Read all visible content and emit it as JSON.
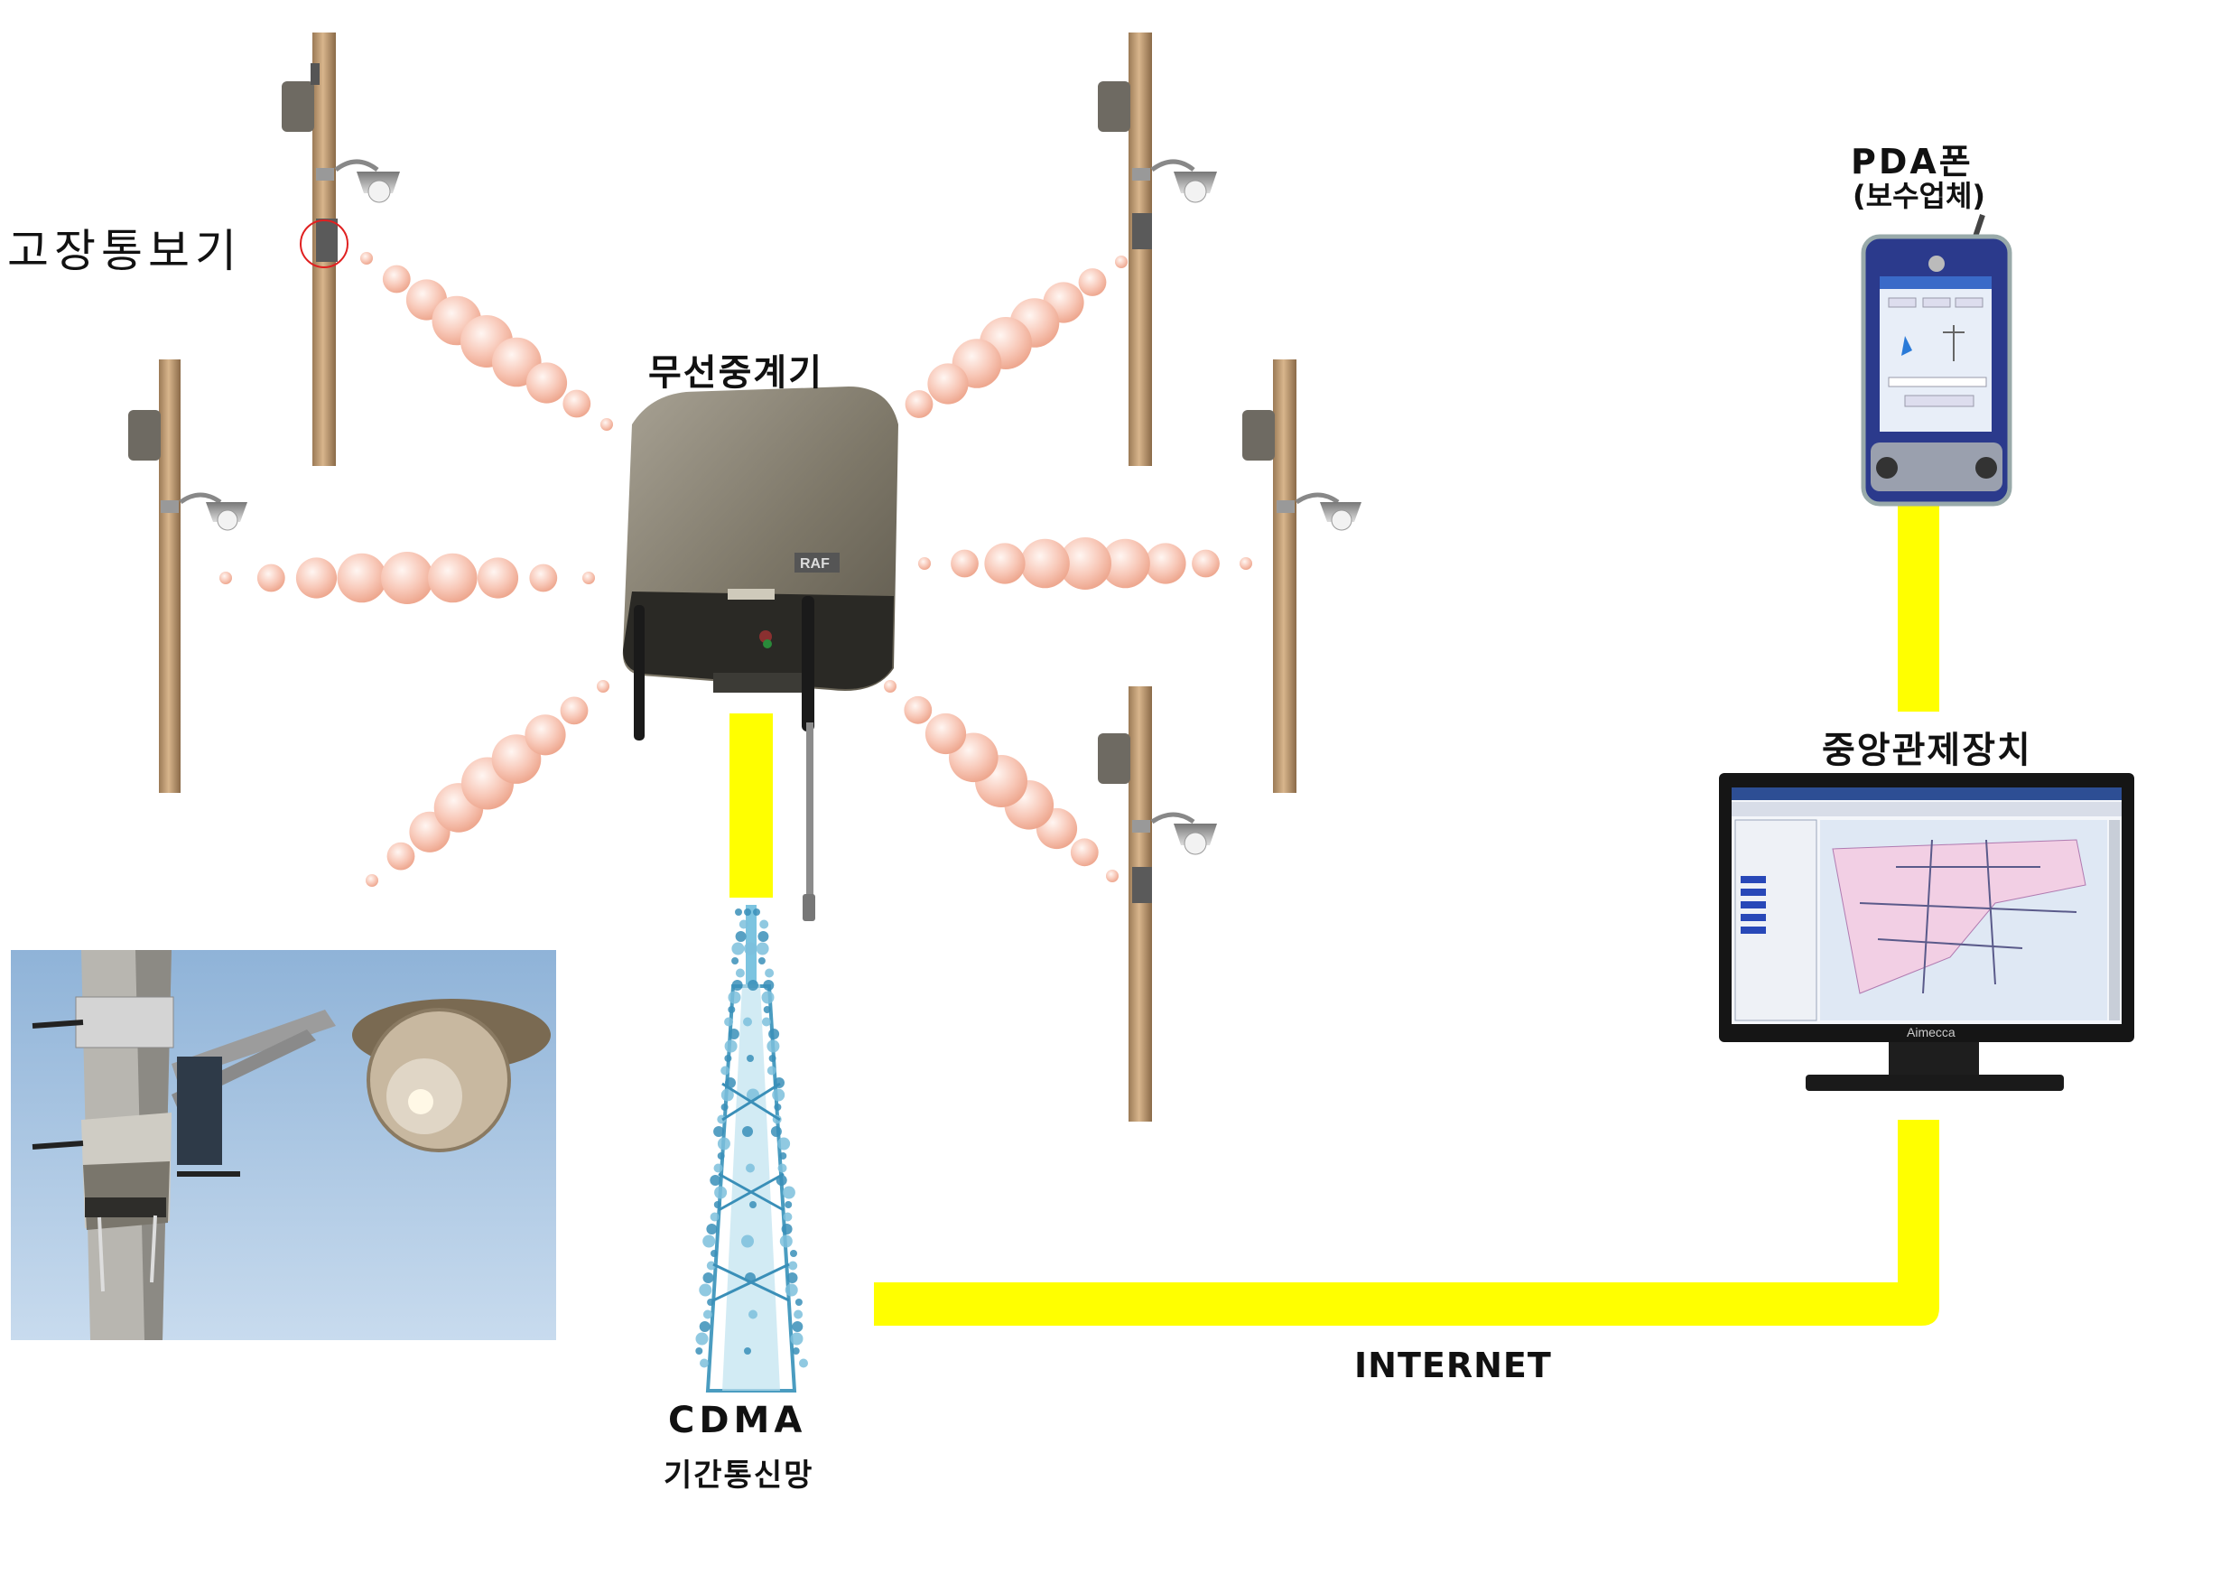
{
  "labels": {
    "fault_notifier": "고장통보기",
    "wireless_repeater": "무선중계기",
    "pda_phone": "PDA폰",
    "pda_sub": "(보수업체)",
    "central_control": "중앙관제장치",
    "cdma": "CDMA",
    "backbone": "기간통신망",
    "internet": "INTERNET",
    "monitor_brand": "Aimecca"
  },
  "colors": {
    "link_yellow": "#ffff00",
    "signal_pink": "#f6bfb0",
    "pole_wood": "#c8a27a",
    "fault_circle": "#e02020",
    "repeater_body": "#807a6c",
    "tower_blue": "#4a9cc0",
    "monitor_frame": "#151515",
    "pda_body": "#2b3a8c",
    "sky": "#a8c4e0"
  },
  "icons": {
    "utility_pole": "utility-pole-icon",
    "street_lamp": "street-lamp-icon",
    "repeater": "wireless-repeater-icon",
    "tower": "cdma-tower-icon",
    "monitor": "monitor-icon",
    "pda": "pda-phone-icon"
  }
}
